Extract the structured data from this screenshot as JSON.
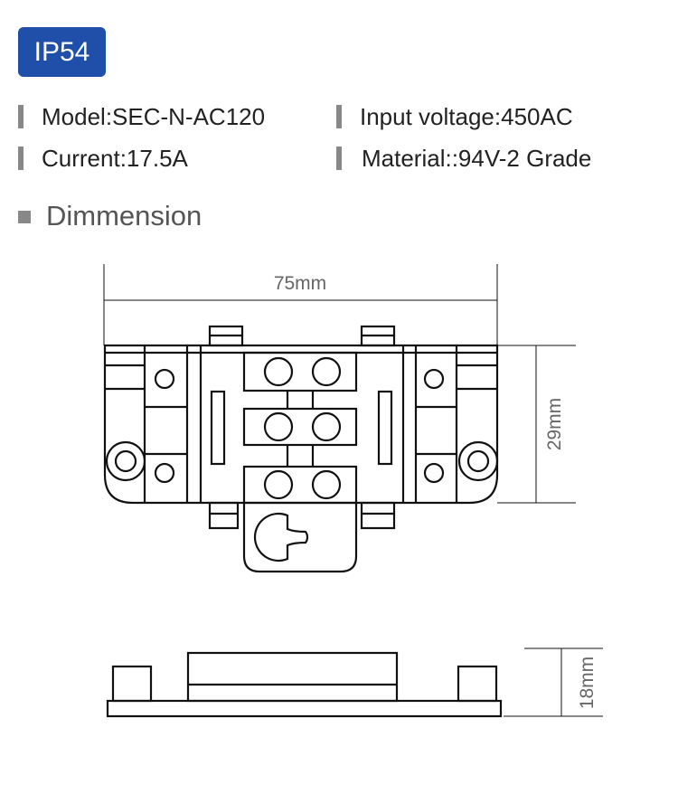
{
  "badge": {
    "label": "IP54"
  },
  "specs": {
    "model": "Model:SEC-N-AC120",
    "input_voltage": "Input voltage:450AC",
    "current": "Current:17.5A",
    "material": "Material::94V-2 Grade"
  },
  "section": {
    "title": "Dimmension"
  },
  "dimensions": {
    "width": "75mm",
    "depth": "29mm",
    "height": "18mm"
  },
  "colors": {
    "badge": "#1f4fa8",
    "marker": "#888888",
    "line": "#111111",
    "dim": "#666666"
  }
}
